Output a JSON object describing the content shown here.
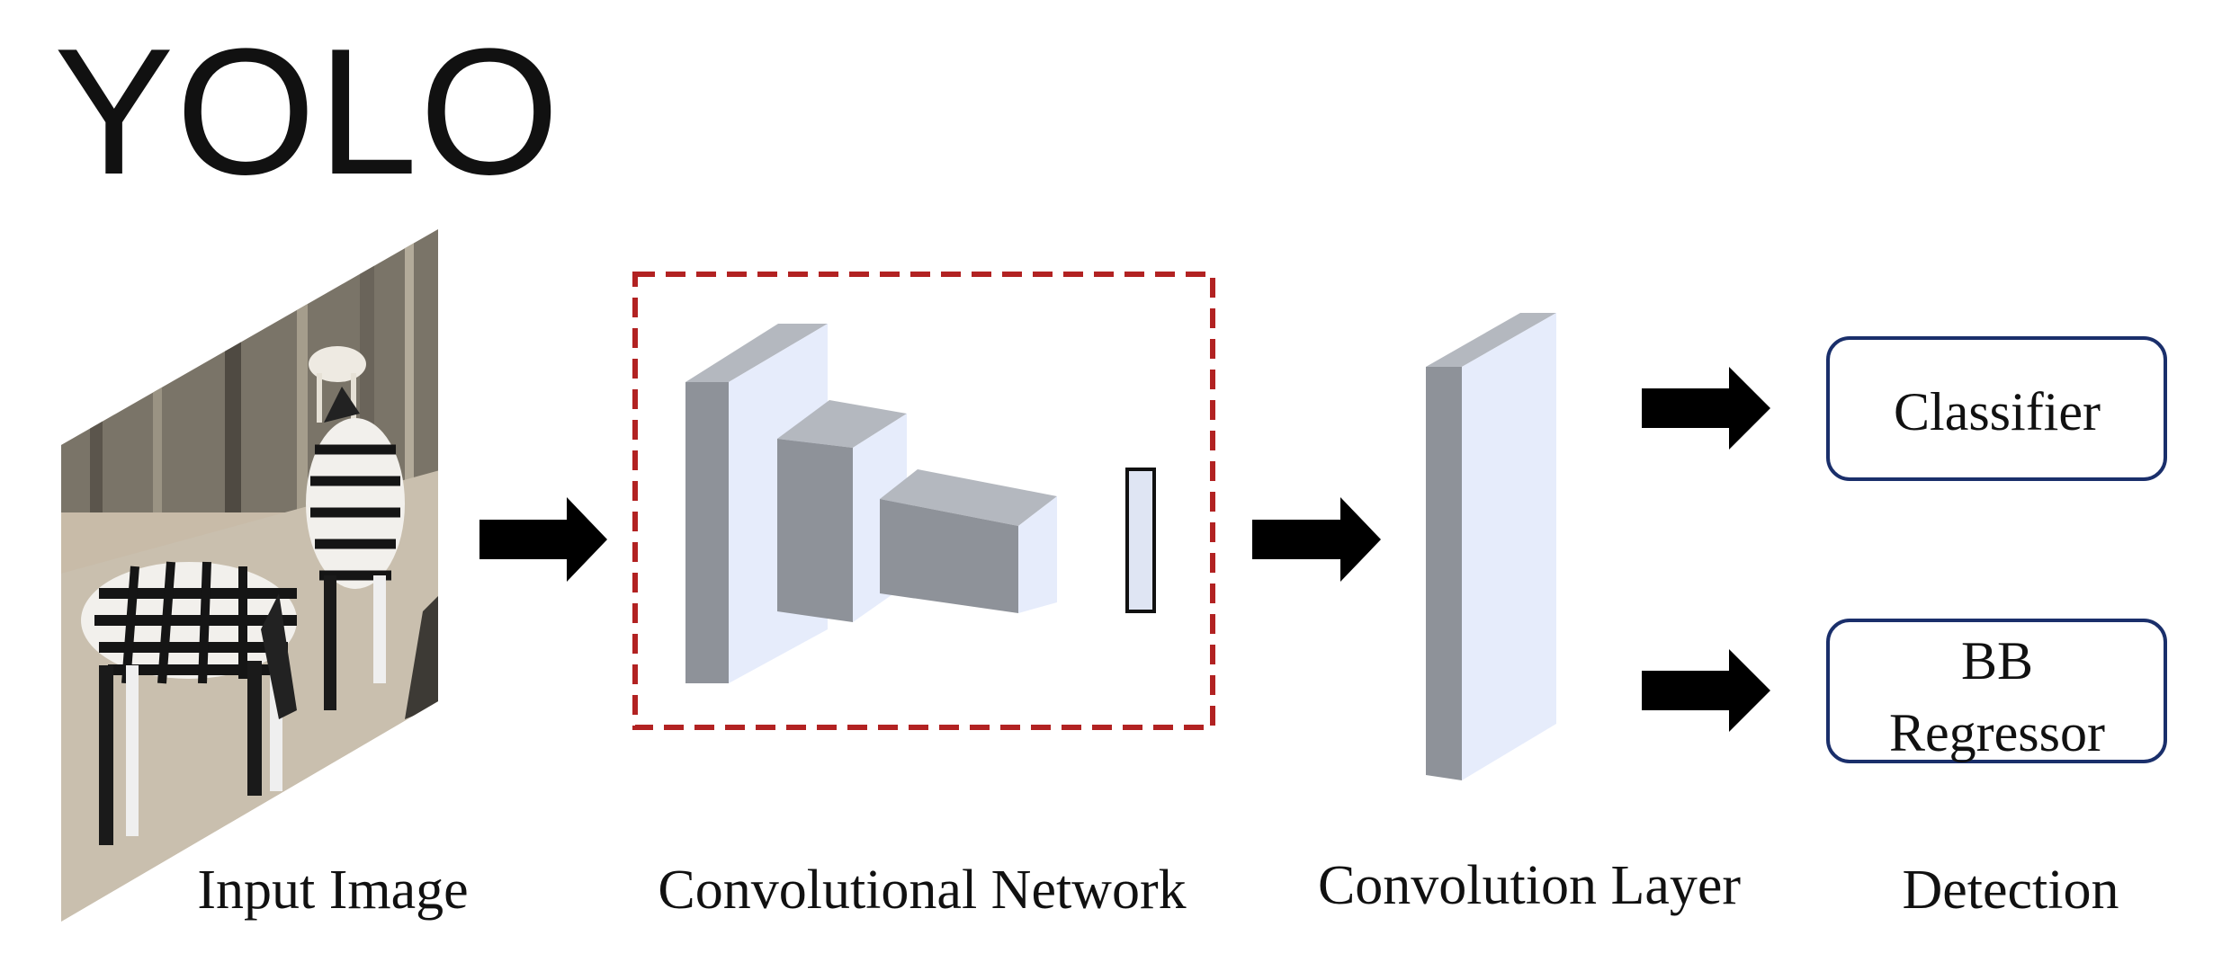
{
  "title": "YOLO",
  "stages": {
    "input": "Input Image",
    "conv_network": "Convolutional Network",
    "conv_layer": "Convolution Layer",
    "detection": "Detection"
  },
  "detection_boxes": {
    "classifier": "Classifier",
    "bb_line1": "BB",
    "bb_line2": "Regressor"
  },
  "colors": {
    "dashed_border": "#b22222",
    "box_border": "#1a2f6b",
    "block_dark": "#8e9299",
    "block_top": "#b4b8bf",
    "block_light": "#e6ecfb",
    "arrow": "#000000"
  }
}
